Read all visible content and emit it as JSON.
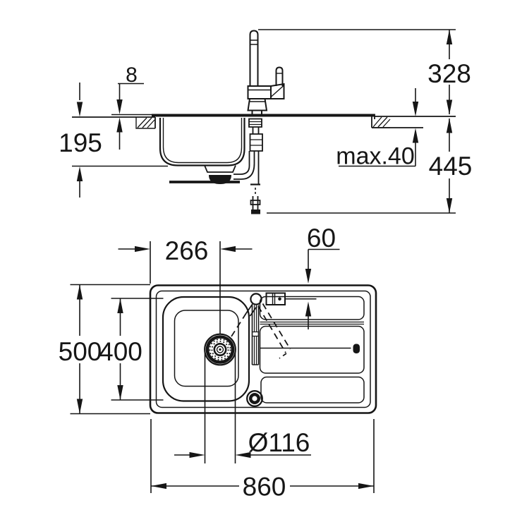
{
  "drawing": {
    "type": "technical installation drawing",
    "subject": "kitchen sink with single-lever mixer tap, side elevation and top plan",
    "background_color": "#ffffff",
    "line_color": "#161616"
  },
  "side_view": {
    "dims": {
      "rim_height_above_counter": "8",
      "depth_counter_to_bowl_bottom": "195",
      "faucet_height_above_counter": "328",
      "total_height_below_counter": "445",
      "max_counter_thickness": "max.40"
    }
  },
  "plan_view": {
    "dims": {
      "drain_center_from_left_edge": "266",
      "faucet_center_from_top_edge": "60",
      "overall_depth": "500",
      "bowl_outer_depth": "400",
      "drain_diameter": "Ø116",
      "overall_width": "860"
    }
  }
}
